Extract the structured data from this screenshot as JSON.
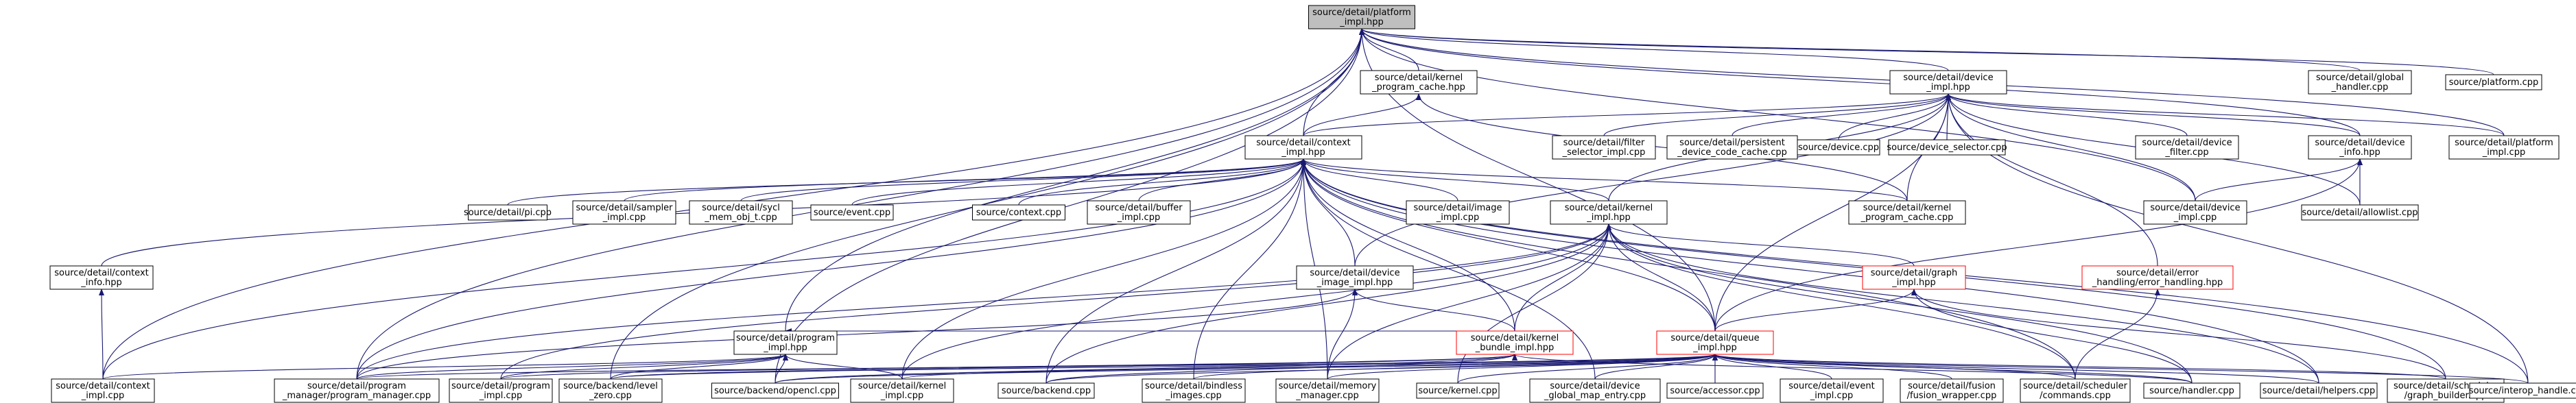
{
  "graph": {
    "colors": {
      "edge": "#191970",
      "root_fill": "#bfbfbf",
      "node_border": "#000000",
      "truncated_border": "#ff0000"
    },
    "nodes": [
      {
        "id": "root",
        "lines": [
          "source/detail/platform",
          "_impl.hpp"
        ],
        "style": "root"
      },
      {
        "id": "kpc",
        "lines": [
          "source/detail/kernel",
          "_program_cache.hpp"
        ],
        "style": "normal"
      },
      {
        "id": "devimpl",
        "lines": [
          "source/detail/device",
          "_impl.hpp"
        ],
        "style": "normal"
      },
      {
        "id": "glob",
        "lines": [
          "source/detail/global",
          "_handler.cpp"
        ],
        "style": "normal"
      },
      {
        "id": "platcpp",
        "lines": [
          "source/platform.cpp"
        ],
        "style": "normal"
      },
      {
        "id": "ctx",
        "lines": [
          "source/detail/context",
          "_impl.hpp"
        ],
        "style": "normal"
      },
      {
        "id": "filter",
        "lines": [
          "source/detail/filter",
          "_selector_impl.cpp"
        ],
        "style": "normal"
      },
      {
        "id": "pers",
        "lines": [
          "source/detail/persistent",
          "_device_code_cache.cpp"
        ],
        "style": "normal"
      },
      {
        "id": "devcpp",
        "lines": [
          "source/device.cpp"
        ],
        "style": "normal"
      },
      {
        "id": "devsel",
        "lines": [
          "source/device_selector.cpp"
        ],
        "style": "normal"
      },
      {
        "id": "devfilt",
        "lines": [
          "source/detail/device",
          "_filter.cpp"
        ],
        "style": "normal"
      },
      {
        "id": "devinfo",
        "lines": [
          "source/detail/device",
          "_info.hpp"
        ],
        "style": "normal"
      },
      {
        "id": "platimplcpp",
        "lines": [
          "source/detail/platform",
          "_impl.cpp"
        ],
        "style": "normal"
      },
      {
        "id": "kpccpp",
        "lines": [
          "source/detail/kernel",
          "_program_cache.cpp"
        ],
        "style": "normal"
      },
      {
        "id": "devimplcpp",
        "lines": [
          "source/detail/device",
          "_impl.cpp"
        ],
        "style": "normal"
      },
      {
        "id": "allow",
        "lines": [
          "source/detail/allowlist.cpp"
        ],
        "style": "normal"
      },
      {
        "id": "pi",
        "lines": [
          "source/detail/pi.cpp"
        ],
        "style": "normal"
      },
      {
        "id": "sampler",
        "lines": [
          "source/detail/sampler",
          "_impl.cpp"
        ],
        "style": "normal"
      },
      {
        "id": "sycl",
        "lines": [
          "source/detail/sycl",
          "_mem_obj_t.cpp"
        ],
        "style": "normal"
      },
      {
        "id": "event",
        "lines": [
          "source/event.cpp"
        ],
        "style": "normal"
      },
      {
        "id": "context",
        "lines": [
          "source/context.cpp"
        ],
        "style": "normal"
      },
      {
        "id": "buffer",
        "lines": [
          "source/detail/buffer",
          "_impl.cpp"
        ],
        "style": "normal"
      },
      {
        "id": "image",
        "lines": [
          "source/detail/image",
          "_impl.cpp"
        ],
        "style": "normal"
      },
      {
        "id": "kimpl",
        "lines": [
          "source/detail/kernel",
          "_impl.hpp"
        ],
        "style": "normal"
      },
      {
        "id": "ctxinfo",
        "lines": [
          "source/detail/context",
          "_info.hpp"
        ],
        "style": "normal"
      },
      {
        "id": "devimg",
        "lines": [
          "source/detail/device",
          "_image_impl.hpp"
        ],
        "style": "normal"
      },
      {
        "id": "graph",
        "lines": [
          "source/detail/graph",
          "_impl.hpp"
        ],
        "style": "red"
      },
      {
        "id": "err",
        "lines": [
          "source/detail/error",
          "_handling/error_handling.hpp"
        ],
        "style": "red"
      },
      {
        "id": "prog",
        "lines": [
          "source/detail/program",
          "_impl.hpp"
        ],
        "style": "normal"
      },
      {
        "id": "kbundle",
        "lines": [
          "source/detail/kernel",
          "_bundle_impl.hpp"
        ],
        "style": "red"
      },
      {
        "id": "queue",
        "lines": [
          "source/detail/queue",
          "_impl.hpp"
        ],
        "style": "red"
      },
      {
        "id": "ctxcpp",
        "lines": [
          "source/detail/context",
          "_impl.cpp"
        ],
        "style": "normal"
      },
      {
        "id": "pm",
        "lines": [
          "source/detail/program",
          "_manager/program_manager.cpp"
        ],
        "style": "normal"
      },
      {
        "id": "progcpp",
        "lines": [
          "source/detail/program",
          "_impl.cpp"
        ],
        "style": "normal"
      },
      {
        "id": "lz",
        "lines": [
          "source/backend/level",
          "_zero.cpp"
        ],
        "style": "normal"
      },
      {
        "id": "ocl",
        "lines": [
          "source/backend/opencl.cpp"
        ],
        "style": "normal"
      },
      {
        "id": "kimplcpp",
        "lines": [
          "source/detail/kernel",
          "_impl.cpp"
        ],
        "style": "normal"
      },
      {
        "id": "backend",
        "lines": [
          "source/backend.cpp"
        ],
        "style": "normal"
      },
      {
        "id": "bindless",
        "lines": [
          "source/detail/bindless",
          "_images.cpp"
        ],
        "style": "normal"
      },
      {
        "id": "mem",
        "lines": [
          "source/detail/memory",
          "_manager.cpp"
        ],
        "style": "normal"
      },
      {
        "id": "kernel",
        "lines": [
          "source/kernel.cpp"
        ],
        "style": "normal"
      },
      {
        "id": "gmap",
        "lines": [
          "source/detail/device",
          "_global_map_entry.cpp"
        ],
        "style": "normal"
      },
      {
        "id": "accessor",
        "lines": [
          "source/accessor.cpp"
        ],
        "style": "normal"
      },
      {
        "id": "evimpl",
        "lines": [
          "source/detail/event",
          "_impl.cpp"
        ],
        "style": "normal"
      },
      {
        "id": "fusion",
        "lines": [
          "source/detail/fusion",
          "/fusion_wrapper.cpp"
        ],
        "style": "normal"
      },
      {
        "id": "sched",
        "lines": [
          "source/detail/scheduler",
          "/commands.cpp"
        ],
        "style": "normal"
      },
      {
        "id": "handler",
        "lines": [
          "source/handler.cpp"
        ],
        "style": "normal"
      },
      {
        "id": "helpers",
        "lines": [
          "source/detail/helpers.cpp"
        ],
        "style": "normal"
      },
      {
        "id": "gbuild",
        "lines": [
          "source/detail/scheduler",
          "/graph_builder.cpp"
        ],
        "style": "normal"
      },
      {
        "id": "interop",
        "lines": [
          "source/interop_handle.cpp"
        ],
        "style": "normal"
      }
    ],
    "edges": [
      [
        "root",
        "kpc"
      ],
      [
        "root",
        "devimpl"
      ],
      [
        "root",
        "glob"
      ],
      [
        "root",
        "platcpp"
      ],
      [
        "root",
        "ctx"
      ],
      [
        "root",
        "devinfo"
      ],
      [
        "root",
        "platimplcpp"
      ],
      [
        "root",
        "ctxcpp"
      ],
      [
        "root",
        "pm"
      ],
      [
        "root",
        "lz"
      ],
      [
        "root",
        "ocl"
      ],
      [
        "root",
        "prog"
      ],
      [
        "root",
        "queue"
      ],
      [
        "root",
        "devimplcpp"
      ],
      [
        "kpc",
        "ctx"
      ],
      [
        "kpc",
        "kpccpp"
      ],
      [
        "devimpl",
        "ctx"
      ],
      [
        "devimpl",
        "filter"
      ],
      [
        "devimpl",
        "pers"
      ],
      [
        "devimpl",
        "devcpp"
      ],
      [
        "devimpl",
        "devsel"
      ],
      [
        "devimpl",
        "devfilt"
      ],
      [
        "devimpl",
        "devinfo"
      ],
      [
        "devimpl",
        "platimplcpp"
      ],
      [
        "devimpl",
        "kimpl"
      ],
      [
        "devimpl",
        "devimplcpp"
      ],
      [
        "devimpl",
        "allow"
      ],
      [
        "devimpl",
        "err"
      ],
      [
        "devimpl",
        "queue"
      ],
      [
        "devimpl",
        "devimg"
      ],
      [
        "devimpl",
        "interop"
      ],
      [
        "devimpl",
        "kpccpp"
      ],
      [
        "devinfo",
        "devimplcpp"
      ],
      [
        "devinfo",
        "allow"
      ],
      [
        "devinfo",
        "queue"
      ],
      [
        "ctx",
        "pi"
      ],
      [
        "ctx",
        "sampler"
      ],
      [
        "ctx",
        "sycl"
      ],
      [
        "ctx",
        "event"
      ],
      [
        "ctx",
        "context"
      ],
      [
        "ctx",
        "buffer"
      ],
      [
        "ctx",
        "image"
      ],
      [
        "ctx",
        "kimpl"
      ],
      [
        "ctx",
        "ctxinfo"
      ],
      [
        "ctx",
        "devimg"
      ],
      [
        "ctx",
        "kpccpp"
      ],
      [
        "ctx",
        "ctxcpp"
      ],
      [
        "ctx",
        "pm"
      ],
      [
        "ctx",
        "kbundle"
      ],
      [
        "ctx",
        "queue"
      ],
      [
        "ctx",
        "backend"
      ],
      [
        "ctx",
        "bindless"
      ],
      [
        "ctx",
        "mem"
      ],
      [
        "ctx",
        "kimplcpp"
      ],
      [
        "ctx",
        "gmap"
      ],
      [
        "ctx",
        "sched"
      ],
      [
        "ctx",
        "helpers"
      ],
      [
        "ctx",
        "interop"
      ],
      [
        "ctx",
        "gbuild"
      ],
      [
        "ctxinfo",
        "ctxcpp"
      ],
      [
        "kimpl",
        "graph"
      ],
      [
        "kimpl",
        "kbundle"
      ],
      [
        "kimpl",
        "queue"
      ],
      [
        "kimpl",
        "kimplcpp"
      ],
      [
        "kimpl",
        "pm"
      ],
      [
        "kimpl",
        "progcpp"
      ],
      [
        "kimpl",
        "kernel"
      ],
      [
        "kimpl",
        "backend"
      ],
      [
        "kimpl",
        "sched"
      ],
      [
        "kimpl",
        "handler"
      ],
      [
        "kimpl",
        "helpers"
      ],
      [
        "kimpl",
        "mem"
      ],
      [
        "devimg",
        "kbundle"
      ],
      [
        "devimg",
        "mem"
      ],
      [
        "devimg",
        "pm"
      ],
      [
        "graph",
        "queue"
      ],
      [
        "graph",
        "handler"
      ],
      [
        "graph",
        "gbuild"
      ],
      [
        "err",
        "sched"
      ],
      [
        "prog",
        "ctxcpp"
      ],
      [
        "prog",
        "pm"
      ],
      [
        "prog",
        "progcpp"
      ],
      [
        "prog",
        "lz"
      ],
      [
        "prog",
        "ocl"
      ],
      [
        "prog",
        "kimplcpp"
      ],
      [
        "prog",
        "kbundle"
      ],
      [
        "kbundle",
        "ocl"
      ],
      [
        "kbundle",
        "lz"
      ],
      [
        "kbundle",
        "backend"
      ],
      [
        "kbundle",
        "handler"
      ],
      [
        "kbundle",
        "progcpp"
      ],
      [
        "queue",
        "ocl"
      ],
      [
        "queue",
        "backend"
      ],
      [
        "queue",
        "mem"
      ],
      [
        "queue",
        "kernel"
      ],
      [
        "queue",
        "gmap"
      ],
      [
        "queue",
        "accessor"
      ],
      [
        "queue",
        "evimpl"
      ],
      [
        "queue",
        "fusion"
      ],
      [
        "queue",
        "sched"
      ],
      [
        "queue",
        "handler"
      ],
      [
        "queue",
        "helpers"
      ],
      [
        "queue",
        "gbuild"
      ],
      [
        "queue",
        "interop"
      ],
      [
        "queue",
        "lz"
      ],
      [
        "queue",
        "kimplcpp"
      ],
      [
        "queue",
        "bindless"
      ],
      [
        "queue",
        "pm"
      ]
    ]
  }
}
